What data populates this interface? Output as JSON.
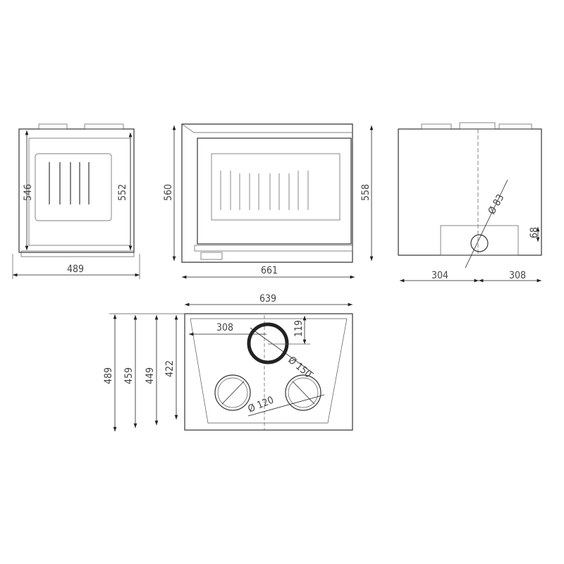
{
  "side_view": {
    "width": "489",
    "height_left": "546",
    "height_right": "552"
  },
  "front_view": {
    "width": "661",
    "height_left": "560",
    "height_right": "558"
  },
  "back_view": {
    "left_offset": "304",
    "right_offset": "308",
    "outlet_diameter": "Ø 83",
    "outlet_height": "68"
  },
  "top_view": {
    "width": "639",
    "depth_total": "489",
    "depth_2": "459",
    "depth_3": "449",
    "depth_4": "422",
    "flue_offset_x": "308",
    "flue_offset_y": "119",
    "flue_diameter": "Ø 150",
    "inlet_diameter": "Ø 120"
  }
}
